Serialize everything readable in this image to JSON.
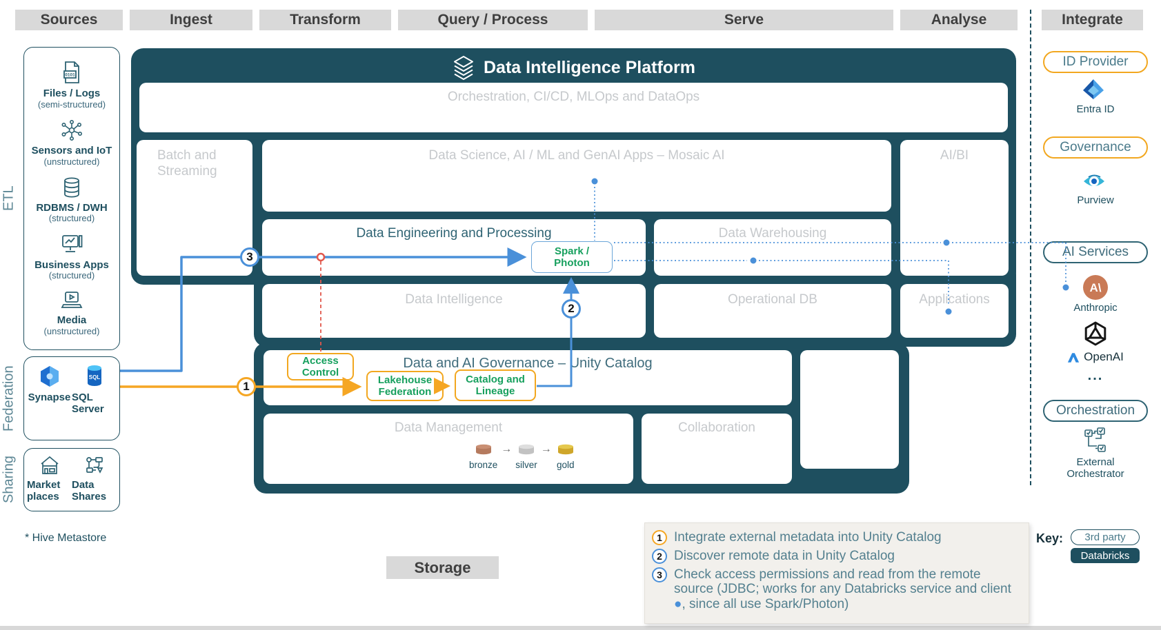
{
  "colors": {
    "teal": "#1e4f5f",
    "accent_orange": "#f5a623",
    "accent_blue": "#4a90d9",
    "accent_green": "#17a05e",
    "accent_red": "#e2574c",
    "header_gray": "#d9d9d9"
  },
  "header": {
    "tabs": [
      {
        "label": "Sources"
      },
      {
        "label": "Ingest"
      },
      {
        "label": "Transform"
      },
      {
        "label": "Query / Process"
      },
      {
        "label": "Serve"
      },
      {
        "label": "Analyse"
      },
      {
        "label": "Integrate"
      }
    ]
  },
  "rails": {
    "etl": "ETL",
    "federation": "Federation",
    "sharing": "Sharing",
    "footnote": "* Hive Metastore"
  },
  "sources": {
    "items": [
      {
        "label": "Files / Logs",
        "sub": "(semi-structured)",
        "icon": "file-code-icon"
      },
      {
        "label": "Sensors and IoT",
        "sub": "(unstructured)",
        "icon": "iot-network-icon"
      },
      {
        "label": "RDBMS / DWH",
        "sub": "(structured)",
        "icon": "database-icon"
      },
      {
        "label": "Business Apps",
        "sub": "(structured)",
        "icon": "app-monitor-icon"
      },
      {
        "label": "Media",
        "sub": "(unstructured)",
        "icon": "media-player-icon"
      }
    ]
  },
  "federation_panel": {
    "items": [
      {
        "label": "Synapse",
        "icon": "synapse-icon"
      },
      {
        "label": "SQL Server",
        "icon": "sql-server-icon"
      }
    ]
  },
  "sharing_panel": {
    "items": [
      {
        "label": "Market places",
        "icon": "marketplace-icon"
      },
      {
        "label": "Data Shares",
        "icon": "data-shares-icon"
      }
    ]
  },
  "platform": {
    "title": "Data Intelligence Platform",
    "orchestration": "Orchestration, CI/CD, MLOps and DataOps",
    "batch": "Batch and Streaming",
    "data_science": "Data Science, AI / ML and GenAI Apps – Mosaic AI",
    "aibi": "AI/BI",
    "data_engineering": "Data Engineering and Processing",
    "spark": "Spark / Photon",
    "data_warehousing": "Data Warehousing",
    "data_intelligence": "Data Intelligence",
    "operational_db": "Operational DB",
    "applications": "Applications",
    "governance_title": "Data and AI Governance – Unity Catalog",
    "access_control": "Access Control",
    "lakehouse_federation": "Lakehouse Federation",
    "catalog_lineage": "Catalog and Lineage",
    "data_management": "Data Management",
    "medallion": [
      "bronze",
      "silver",
      "gold"
    ],
    "collaboration": "Collaboration"
  },
  "integrate": {
    "id_provider": "ID Provider",
    "entra": "Entra ID",
    "governance": "Governance",
    "purview": "Purview",
    "ai_services": "AI Services",
    "anthropic": "Anthropic",
    "openai": "OpenAI",
    "more": "...",
    "orchestration": "Orchestration",
    "external_orchestrator": "External Orchestrator"
  },
  "notes": {
    "n1": "Integrate external metadata into Unity Catalog",
    "n2": "Discover remote data in Unity Catalog",
    "n3_before": "Check access permissions and read from the remote source (JDBC; works for any Databricks service and client ",
    "n3_dot": "●",
    "n3_after": ", since all use Spark/Photon)"
  },
  "key": {
    "label": "Key:",
    "third_party": "3rd party",
    "databricks": "Databricks"
  },
  "badges": {
    "b1": "1",
    "b2": "2",
    "b3": "3"
  },
  "storage_label": "Storage",
  "icon_text": {
    "file_code": "0101",
    "sql": "SQL",
    "anthropic": "A\\"
  }
}
